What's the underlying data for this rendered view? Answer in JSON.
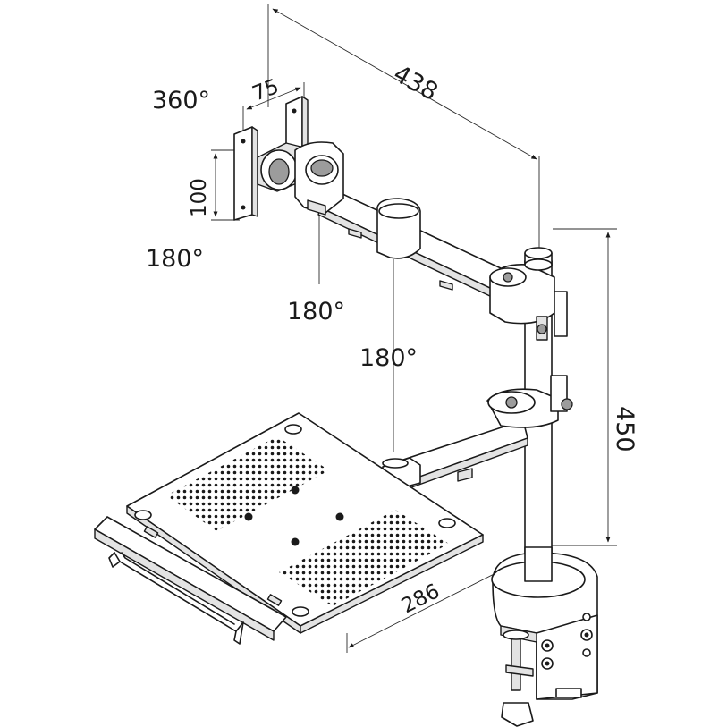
{
  "labels": {
    "width_total": "438",
    "height_total": "450",
    "vesa_horizontal": "75",
    "vesa_vertical": "100",
    "rotation_360": "360°",
    "tilt_180": "180°",
    "swivel_upper_joint": "180°",
    "swivel_elbow": "180°",
    "tray_depth": "286",
    "tray_width": "286"
  }
}
